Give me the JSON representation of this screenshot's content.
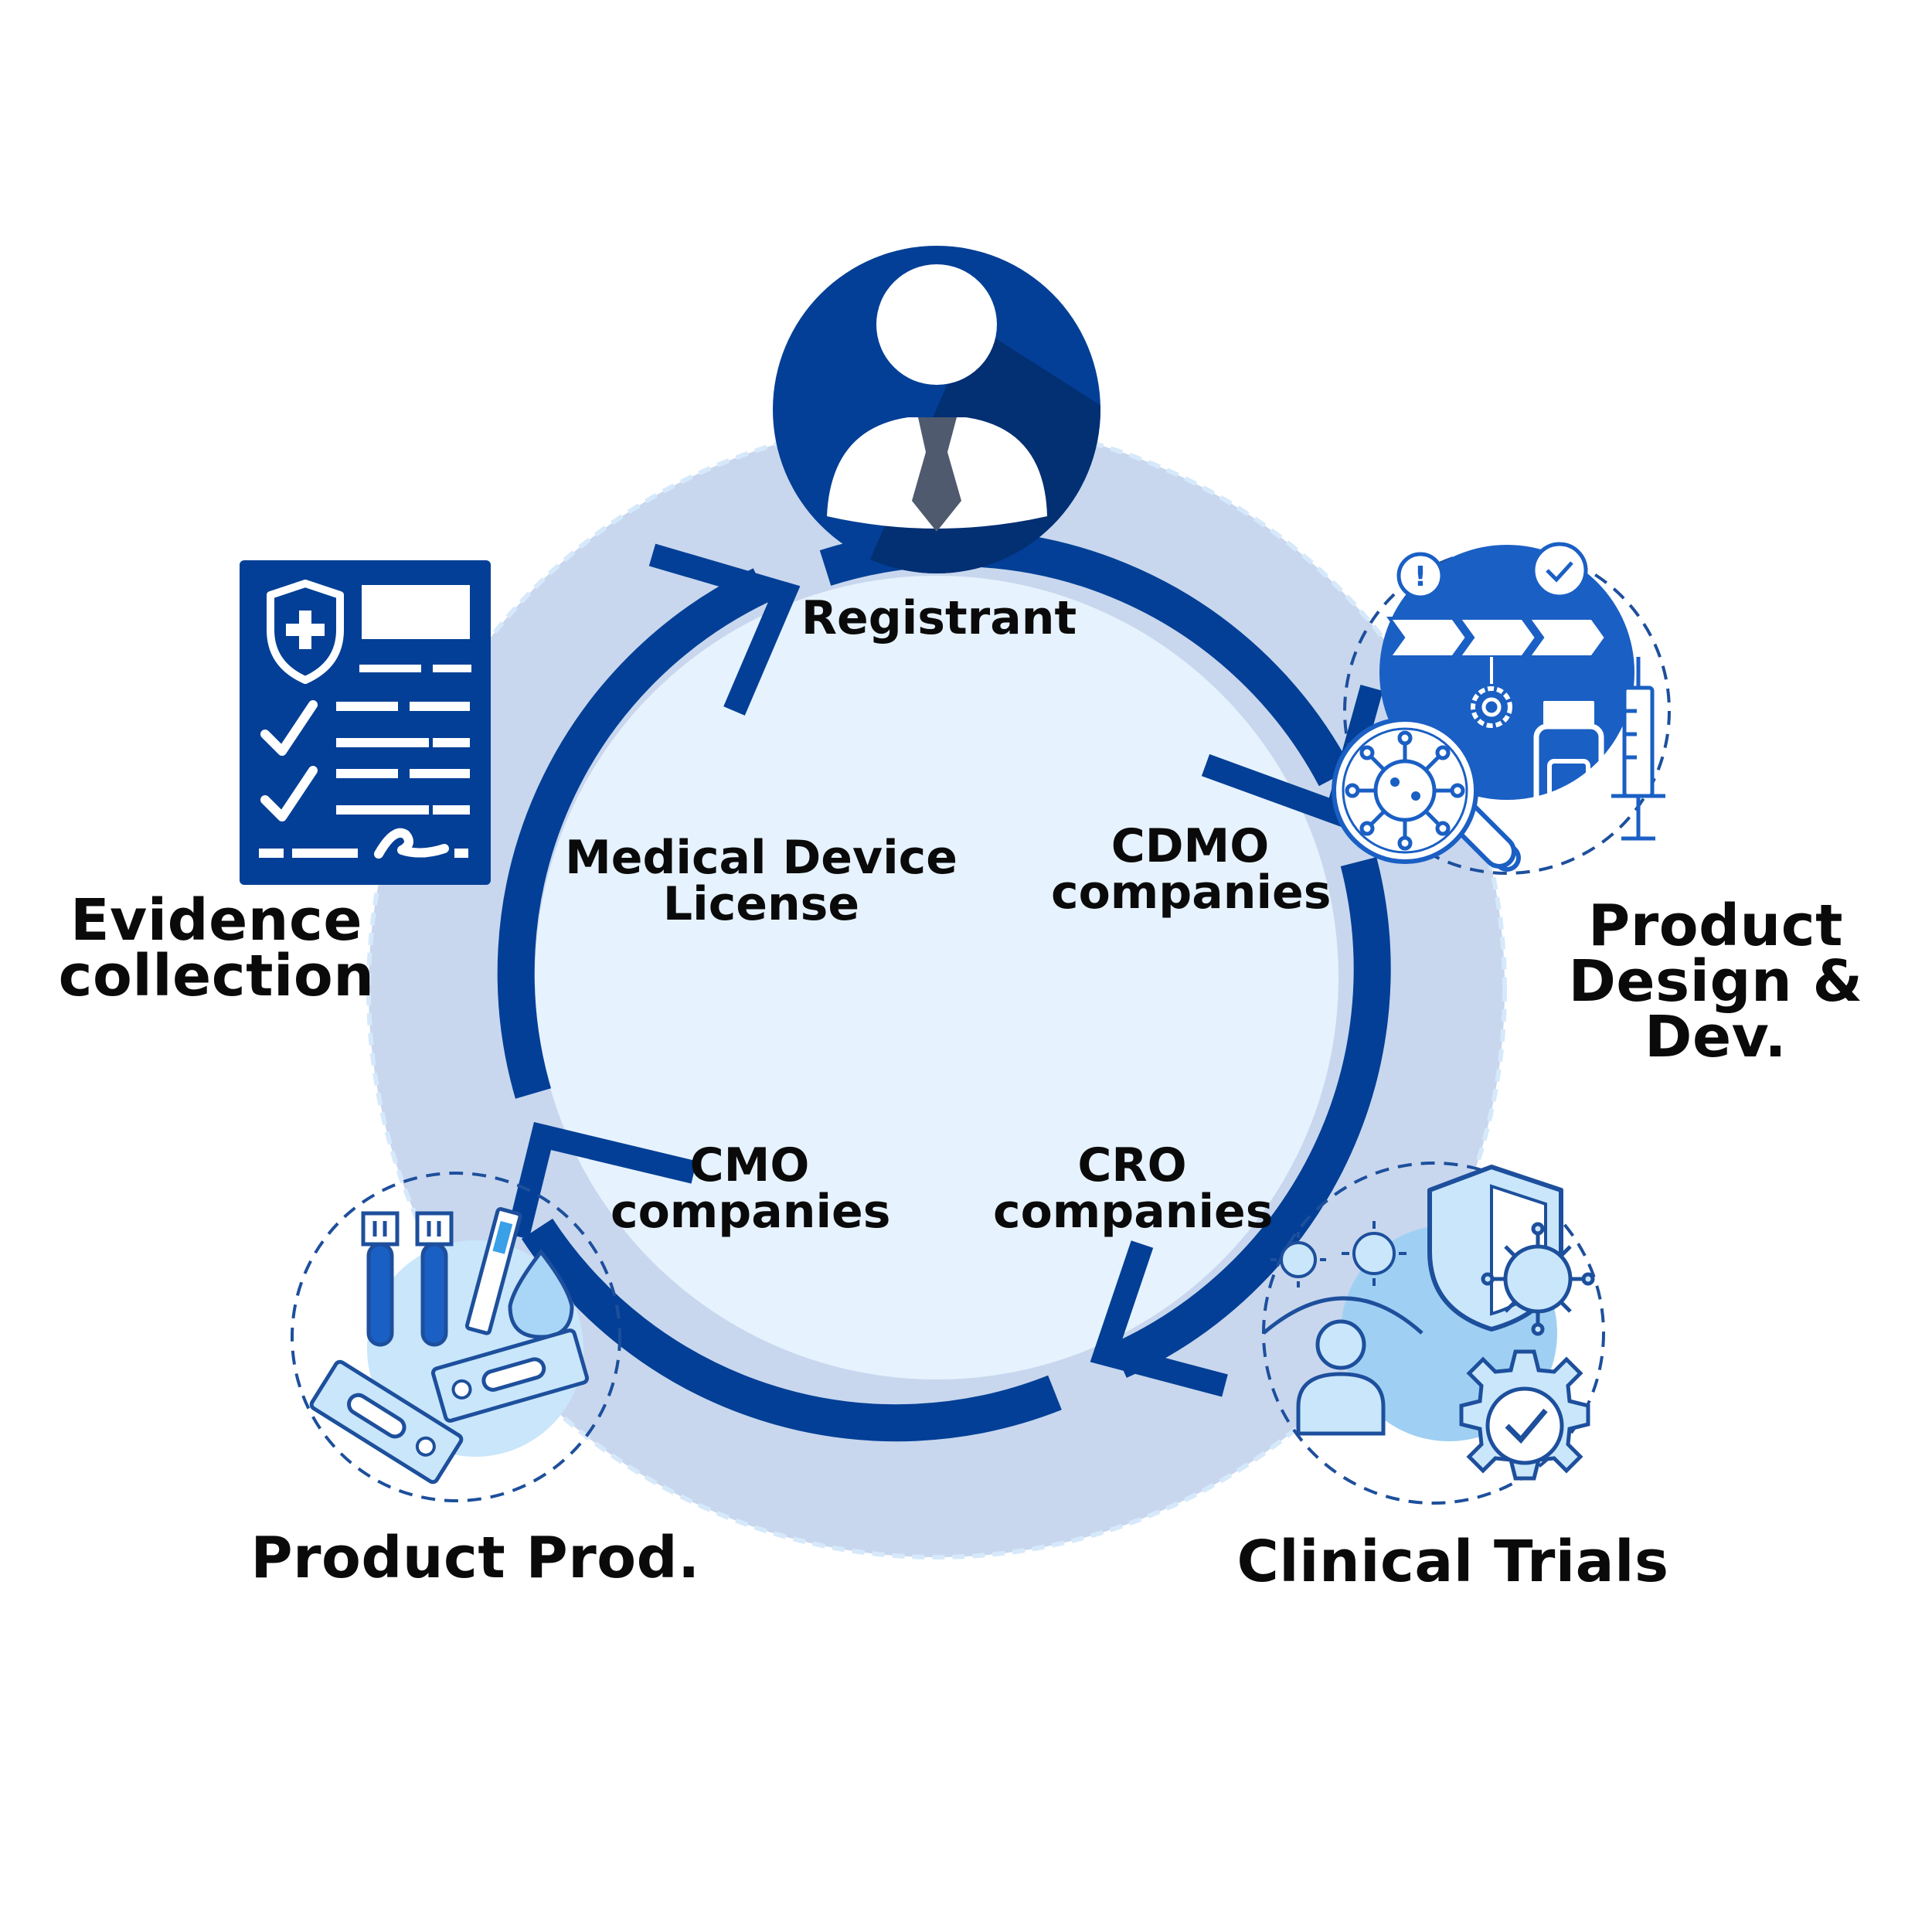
{
  "diagram": {
    "center_label": "Medical Device\nLicense",
    "nodes": [
      {
        "id": "registrant",
        "label": "Registrant",
        "icon": "registrant-avatar-icon"
      },
      {
        "id": "design",
        "label": "Product\nDesign & Dev.",
        "icon": "product-design-icon"
      },
      {
        "id": "trials",
        "label": "Clinical Trials",
        "icon": "clinical-trials-icon"
      },
      {
        "id": "production",
        "label": "Product Prod.",
        "icon": "product-production-icon"
      },
      {
        "id": "evidence",
        "label": "Evidence\ncollection",
        "icon": "evidence-document-icon"
      }
    ],
    "cycle_labels": {
      "cdmo": "CDMO\ncompanies",
      "cro": "CRO\ncompanies",
      "cmo": "CMO\ncompanies"
    },
    "colors": {
      "dark_blue": "#033f96",
      "mid_blue": "#1a5fc4",
      "ring_fill": "#c8d7ee",
      "inner_fill": "#e6f2fd",
      "light_blue": "#c9e6fb",
      "navy_deep": "#032f73",
      "tie_gray": "#4f5a6e"
    }
  }
}
